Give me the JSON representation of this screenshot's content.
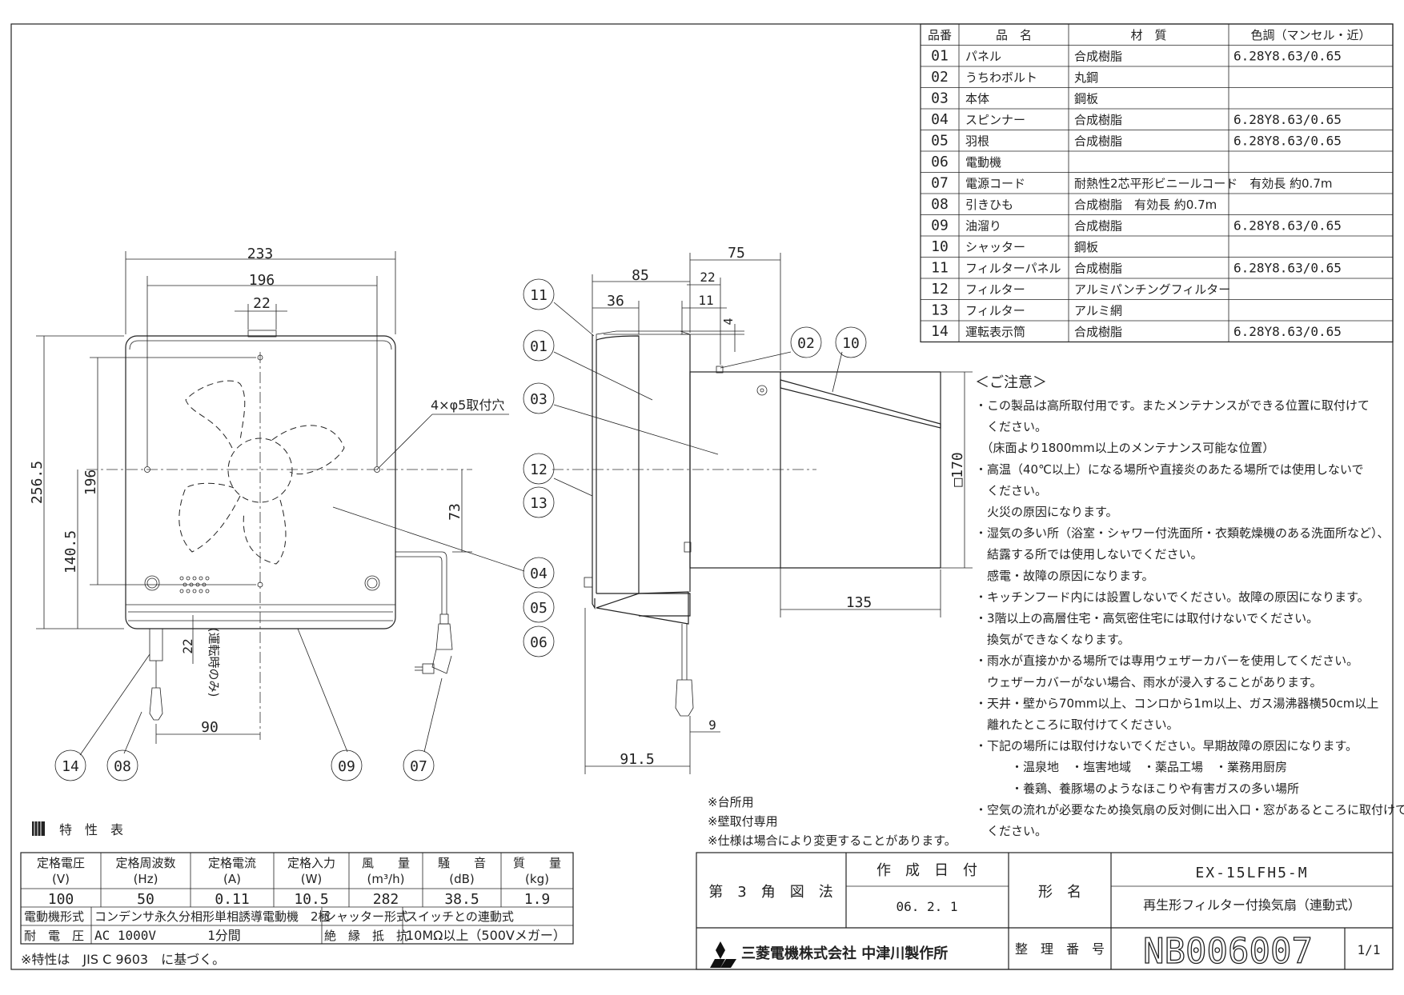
{
  "parts_table": {
    "headers": [
      "品番",
      "品　名",
      "材　質",
      "色調（マンセル・近）"
    ],
    "rows": [
      [
        "01",
        "パネル",
        "合成樹脂",
        "6.28Y8.63/0.65"
      ],
      [
        "02",
        "うちわボルト",
        "丸鋼",
        ""
      ],
      [
        "03",
        "本体",
        "鋼板",
        ""
      ],
      [
        "04",
        "スピンナー",
        "合成樹脂",
        "6.28Y8.63/0.65"
      ],
      [
        "05",
        "羽根",
        "合成樹脂",
        "6.28Y8.63/0.65"
      ],
      [
        "06",
        "電動機",
        "",
        ""
      ],
      [
        "07",
        "電源コード",
        "耐熱性2芯平形ビニールコード　有効長 約0.7m",
        ""
      ],
      [
        "08",
        "引きひも",
        "合成樹脂　有効長 約0.7m",
        ""
      ],
      [
        "09",
        "油溜り",
        "合成樹脂",
        "6.28Y8.63/0.65"
      ],
      [
        "10",
        "シャッター",
        "鋼板",
        ""
      ],
      [
        "11",
        "フィルターパネル",
        "合成樹脂",
        "6.28Y8.63/0.65"
      ],
      [
        "12",
        "フィルター",
        "アルミパンチングフィルター",
        ""
      ],
      [
        "13",
        "フィルター",
        "アルミ網",
        ""
      ],
      [
        "14",
        "運転表示筒",
        "合成樹脂",
        "6.28Y8.63/0.65"
      ]
    ]
  },
  "notes": {
    "title": "＜ご注意＞",
    "lines": [
      "・この製品は高所取付用です。またメンテナンスができる位置に取付けて",
      "　ください。",
      "　（床面より1800mm以上のメンテナンス可能な位置）",
      "・高温（40℃以上）になる場所や直接炎のあたる場所では使用しないで",
      "　ください。",
      "　火災の原因になります。",
      "・湿気の多い所（浴室・シャワー付洗面所・衣類乾燥機のある洗面所など）、",
      "　結露する所では使用しないでください。",
      "　感電・故障の原因になります。",
      "・キッチンフード内には設置しないでください。故障の原因になります。",
      "・3階以上の高層住宅・高気密住宅には取付けないでください。",
      "　換気ができなくなります。",
      "・雨水が直接かかる場所では専用ウェザーカバーを使用してください。",
      "　ウェザーカバーがない場合、雨水が浸入することがあります。",
      "・天井・壁から70mm以上、コンロから1m以上、ガス湯沸器横50cm以上",
      "　離れたところに取付けてください。",
      "・下記の場所には取付けないでください。早期故障の原因になります。",
      "　　　・温泉地　・塩害地域　・薬品工場　・業務用厨房",
      "　　　・養鶏、養豚場のようなほこりや有害ガスの多い場所",
      "・空気の流れが必要なため換気扇の反対側に出入口・窓があるところに取付けて",
      "　ください。"
    ],
    "remarks": [
      "※台所用",
      "※壁取付専用",
      "※仕様は場合により変更することがあります。"
    ]
  },
  "spec": {
    "title": "特　性　表",
    "headers": [
      [
        "定格電圧",
        "(V)"
      ],
      [
        "定格周波数",
        "(Hz)"
      ],
      [
        "定格電流",
        "(A)"
      ],
      [
        "定格入力",
        "(W)"
      ],
      [
        "風　　量",
        "(m³/h)"
      ],
      [
        "騒　　音",
        "(dB)"
      ],
      [
        "質　　量",
        "(kg)"
      ]
    ],
    "values": [
      "100",
      "50",
      "0.11",
      "10.5",
      "282",
      "38.5",
      "1.9"
    ],
    "motor_label": "電動機形式",
    "motor_value": "コンデンサ永久分相形単相誘導電動機　2極",
    "shutter_label": "シャッター形式",
    "shutter_value": "スイッチとの連動式",
    "withstand_label": "耐　電　圧",
    "withstand_value": "AC 1000V　　　　1分間",
    "insulation_label": "絶　縁　抵　抗",
    "insulation_value": "10MΩ以上（500Vメガー）",
    "footnote": "※特性は　JIS C 9603　に基づく。"
  },
  "title_block": {
    "projection": "第　3　角　図　法",
    "date_label": "作　成　日　付",
    "date": "06. 2. 1",
    "model_label": "形　名",
    "model": "EX-15LFH5-M",
    "model_desc": "再生形フィルター付換気扇（連動式）",
    "company": "三菱電機株式会社 中津川製作所",
    "number_label": "整　理　番　号",
    "number": "NB006007",
    "sheet": "1/1"
  },
  "front_view": {
    "dims": {
      "w233": "233",
      "w196": "196",
      "w22": "22",
      "h256": "256.5",
      "h196": "196",
      "h140": "140.5",
      "h73": "73",
      "d22": "22",
      "d90": "90",
      "hole": "4×φ5取付穴",
      "run": "(運転時のみ)"
    },
    "balloons": {
      "b14": "14",
      "b08": "08",
      "b09": "09",
      "b07": "07"
    }
  },
  "side_view": {
    "dims": {
      "d75": "75",
      "d85": "85",
      "d22": "22",
      "d36": "36",
      "d11": "11",
      "d4": "4",
      "d170": "□170",
      "d135": "135",
      "d9": "9",
      "d915": "91.5"
    },
    "balloons": {
      "b11": "11",
      "b01": "01",
      "b03": "03",
      "b12": "12",
      "b13": "13",
      "b04": "04",
      "b05": "05",
      "b06": "06",
      "b02": "02",
      "b10": "10"
    }
  }
}
